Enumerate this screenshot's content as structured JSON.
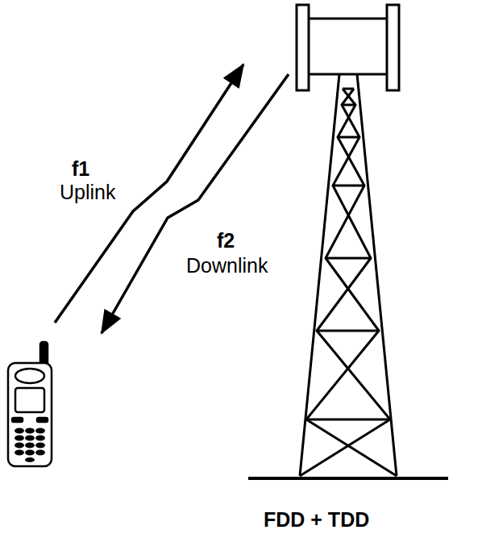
{
  "diagram": {
    "caption": "FDD + TDD",
    "labels": [
      "f1",
      "Uplink",
      "f2",
      "Downlink"
    ]
  }
}
